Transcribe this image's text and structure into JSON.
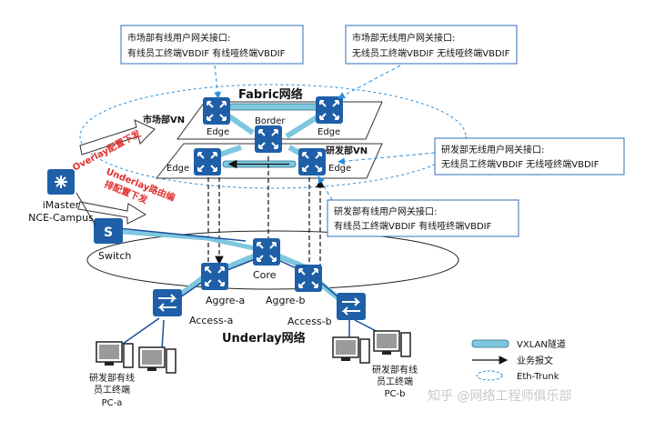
{
  "callouts": {
    "market_wired": {
      "title": "市场部有线用户网关接口:",
      "body": "有线员工终端VBDIF  有线哑终端VBDIF"
    },
    "market_wireless": {
      "title": "市场部无线用户网关接口:",
      "body": "无线员工终端VBDIF  无线哑终端VBDIF"
    },
    "rd_wireless": {
      "title": "研发部无线用户网关接口:",
      "body": "无线员工终端VBDIF  无线哑终端VBDIF"
    },
    "rd_wired": {
      "title": "研发部有线用户网关接口:",
      "body": "有线员工终端VBDIF  有线哑终端VBDIF"
    }
  },
  "fabric": {
    "title": "Fabric网络",
    "vn_market": "市场部VN",
    "vn_rd": "研发部VN"
  },
  "devices": {
    "edge_market_left": "Edge",
    "border": "Border",
    "edge_market_right": "Edge",
    "edge_rd_left": "Edge",
    "edge_rd_right": "Edge",
    "switch": "Switch",
    "core": "Core",
    "aggre_a": "Aggre-a",
    "aggre_b": "Aggre-b",
    "access_a": "Access-a",
    "access_b": "Access-b"
  },
  "controller": {
    "line1": "iMaster",
    "line2": "NCE-Campus"
  },
  "arrows": {
    "overlay": "Overlay配置下发",
    "underlay_line1": "Underlay路由编",
    "underlay_line2": "排配置下发"
  },
  "underlay_title": "Underlay网络",
  "pcs": {
    "pc_a": {
      "line1": "研发部有线",
      "line2": "员工终端",
      "line3": "PC-a"
    },
    "pc_b": {
      "line1": "研发部有线",
      "line2": "员工终端",
      "line3": "PC-b"
    }
  },
  "legend": {
    "vxlan": "VXLAN隧道",
    "traffic": "业务报文",
    "eth_trunk": "Eth-Trunk"
  },
  "watermark": "知乎 @网络工程师俱乐部",
  "colors": {
    "device": "#1f5fa8",
    "tunnel": "#7ec7de",
    "red": "#e03030",
    "callout_border": "#2e6fb8",
    "dashed_blue": "#2f8fd8"
  }
}
